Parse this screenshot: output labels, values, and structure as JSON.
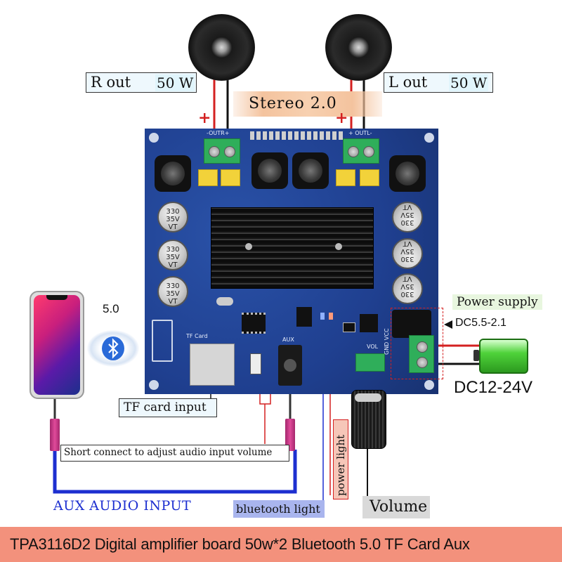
{
  "labels": {
    "r_out": "R out",
    "r_watt": "50 W",
    "l_out": "L out",
    "l_watt": "50 W",
    "stereo": "Stereo 2.0",
    "power_supply": "Power supply",
    "dc_jack": "DC5.5-2.1",
    "dc_range": "DC12-24V",
    "bt_version": "5.0",
    "tf_card": "TF card input",
    "short_connect": "Short connect to adjust audio input volume",
    "aux_audio_input": "AUX AUDIO INPUT",
    "bluetooth_light": "bluetooth light",
    "power_light": "power light",
    "volume": "Volume"
  },
  "board_silk": {
    "out_r": "-OUTR+",
    "out_l": "+ OUTL-",
    "cap_value": [
      "330",
      "35V",
      "VT"
    ],
    "tf_slot": "TF Card",
    "aux": "AUX",
    "vol": "VOL",
    "gnd_vcc": "GND VCC",
    "plus": "+"
  },
  "banner": {
    "text": "TPA3116D2 Digital amplifier board 50w*2 Bluetooth 5.0 TF  Card Aux"
  },
  "colors": {
    "board": "#1f3f8f",
    "banner": "#f3917c",
    "wire_red": "#d42020",
    "wire_blue": "#1d2fd0",
    "bt_light_bg": "#a9b5ee",
    "power_light_bg": "#f6c6b8"
  }
}
